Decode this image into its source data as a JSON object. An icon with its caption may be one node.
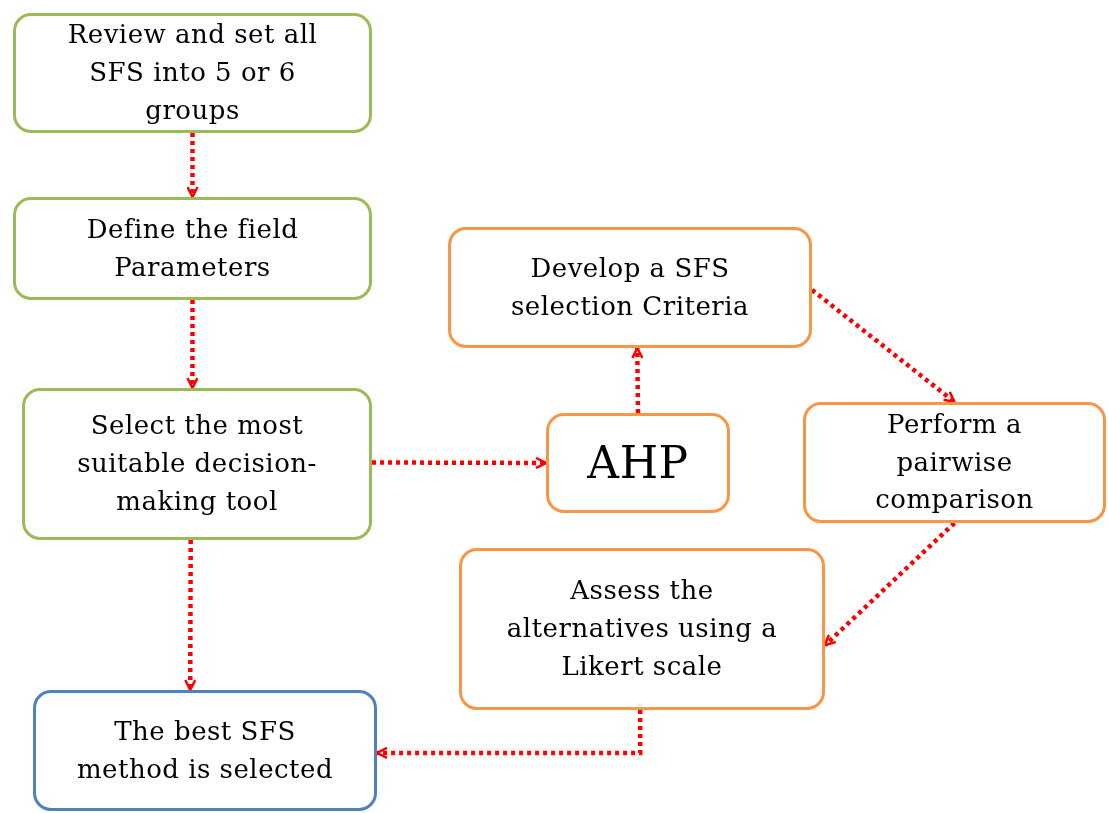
{
  "diagram": {
    "nodes": [
      {
        "text": [
          "Review and set all SFS into 5 or 6 groups"
        ]
      },
      {
        "text": [
          "Define the field Parameters"
        ]
      },
      {
        "text": [
          "Select the most suitable decision-making tool"
        ]
      },
      {
        "text": [
          "Develop a SFS selection Criteria"
        ]
      },
      {
        "text": [
          "AHP"
        ]
      },
      {
        "text": [
          "Perform a pairwise comparison"
        ]
      },
      {
        "text": [
          "Assess the alternatives using a Likert scale"
        ]
      },
      {
        "text": [
          "The best SFS method is selected"
        ]
      }
    ],
    "edges": [
      {
        "from": 0,
        "to": 1,
        "arrow": "to"
      },
      {
        "from": 1,
        "to": 2,
        "arrow": "to"
      },
      {
        "from": 2,
        "to": 4,
        "arrow": "to"
      },
      {
        "from": 4,
        "to": 3,
        "arrow": "to"
      },
      {
        "from": 3,
        "to": 5,
        "arrow": "to"
      },
      {
        "from": 5,
        "to": 6,
        "arrow": "to"
      },
      {
        "from": 6,
        "to": 7,
        "arrow": "to"
      },
      {
        "from": 2,
        "to": 7,
        "arrow": "to"
      }
    ]
  }
}
